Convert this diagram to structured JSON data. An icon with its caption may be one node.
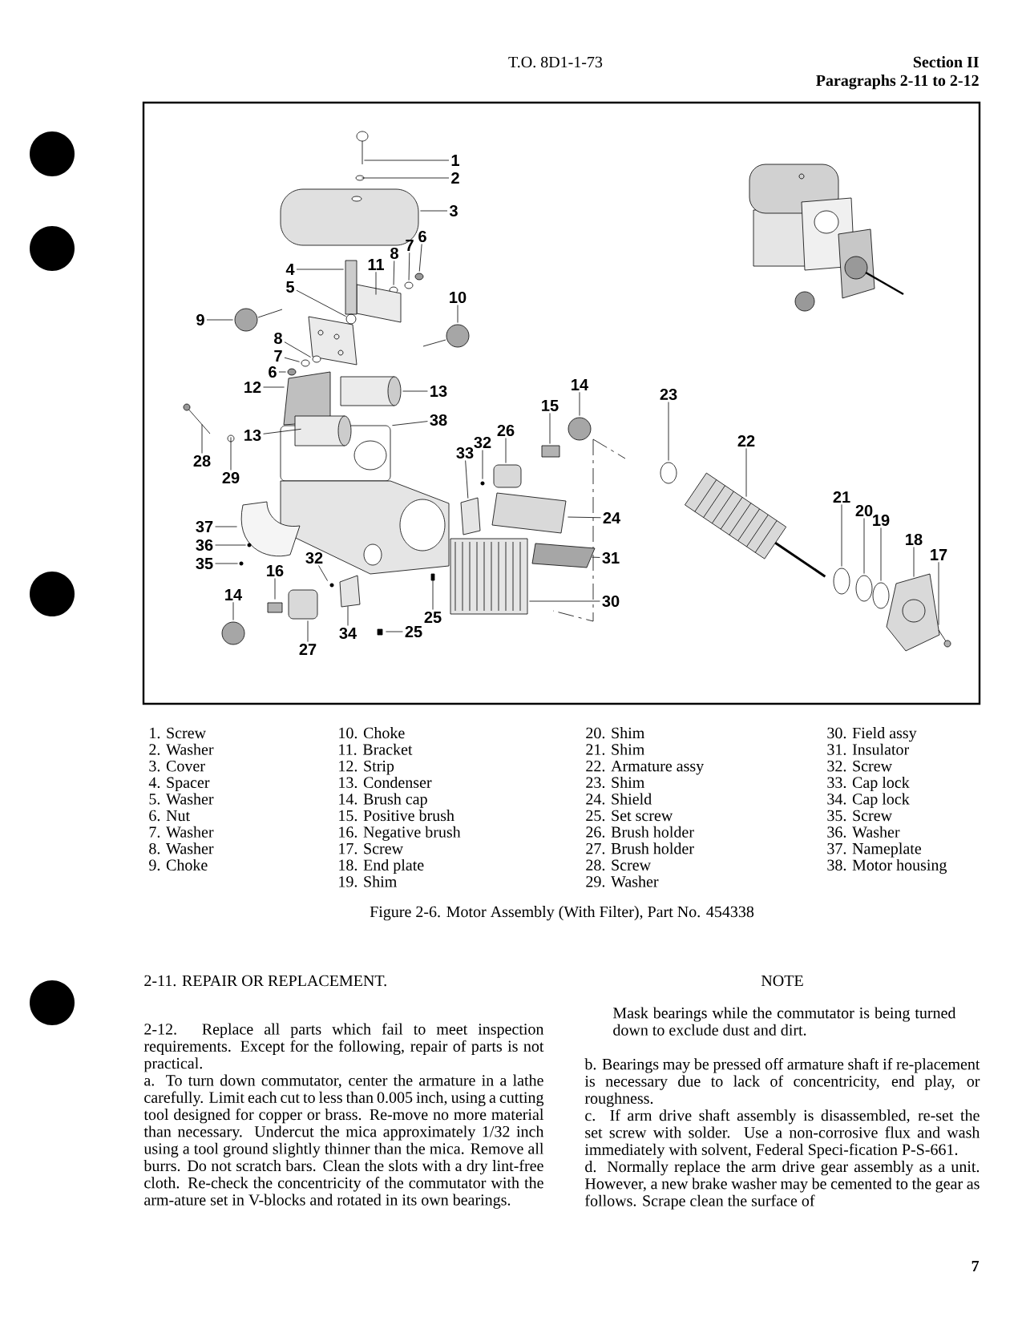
{
  "diagram": {
    "caption": "Figure 2-6. Motor Assembly (With Filter), Part No. 454338",
    "nodes": [
      {
        "text": [
          "1"
        ]
      },
      {
        "text": [
          "2"
        ]
      },
      {
        "text": [
          "3"
        ]
      },
      {
        "text": [
          "6"
        ]
      },
      {
        "text": [
          "7"
        ]
      },
      {
        "text": [
          "8"
        ]
      },
      {
        "text": [
          "11"
        ]
      },
      {
        "text": [
          "4"
        ]
      },
      {
        "text": [
          "5"
        ]
      },
      {
        "text": [
          "10"
        ]
      },
      {
        "text": [
          "9"
        ]
      },
      {
        "text": [
          "8"
        ]
      },
      {
        "text": [
          "7"
        ]
      },
      {
        "text": [
          "6"
        ]
      },
      {
        "text": [
          "14"
        ]
      },
      {
        "text": [
          "12"
        ]
      },
      {
        "text": [
          "13"
        ]
      },
      {
        "text": [
          "23"
        ]
      },
      {
        "text": [
          "15"
        ]
      },
      {
        "text": [
          "38"
        ]
      },
      {
        "text": [
          "26"
        ]
      },
      {
        "text": [
          "13"
        ]
      },
      {
        "text": [
          "22"
        ]
      },
      {
        "text": [
          "32"
        ]
      },
      {
        "text": [
          "33"
        ]
      },
      {
        "text": [
          "28"
        ]
      },
      {
        "text": [
          "29"
        ]
      },
      {
        "text": [
          "21"
        ]
      },
      {
        "text": [
          "20"
        ]
      },
      {
        "text": [
          "19"
        ]
      },
      {
        "text": [
          "24"
        ]
      },
      {
        "text": [
          "37"
        ]
      },
      {
        "text": [
          "18"
        ]
      },
      {
        "text": [
          "36"
        ]
      },
      {
        "text": [
          "17"
        ]
      },
      {
        "text": [
          "31"
        ]
      },
      {
        "text": [
          "35"
        ]
      },
      {
        "text": [
          "32"
        ]
      },
      {
        "text": [
          "16"
        ]
      },
      {
        "text": [
          "14"
        ]
      },
      {
        "text": [
          "30"
        ]
      },
      {
        "text": [
          "25"
        ]
      },
      {
        "text": [
          "34"
        ]
      },
      {
        "text": [
          "25"
        ]
      },
      {
        "text": [
          "27"
        ]
      },
      {
        "text": [],
        "shape": "picture"
      },
      {
        "text": [],
        "shape": "circle"
      },
      {
        "text": [],
        "shape": "picture"
      },
      {
        "text": [],
        "shape": "circle"
      },
      {
        "text": [],
        "shape": "circle"
      },
      {
        "text": [],
        "shape": "circle"
      },
      {
        "text": [],
        "shape": "box"
      },
      {
        "text": [],
        "shape": "box"
      },
      {
        "text": [],
        "shape": "circle"
      },
      {
        "text": [],
        "shape": "picture"
      },
      {
        "text": [],
        "shape": "picture"
      },
      {
        "text": [],
        "shape": "circle"
      },
      {
        "text": [],
        "shape": "circle"
      },
      {
        "text": [],
        "shape": "circle"
      },
      {
        "text": [],
        "shape": "circle"
      },
      {
        "text": [],
        "shape": "box"
      },
      {
        "text": [],
        "shape": "cylinder"
      },
      {
        "text": [],
        "shape": "circle"
      },
      {
        "text": [],
        "shape": "box"
      },
      {
        "text": [],
        "shape": "picture"
      },
      {
        "text": [],
        "shape": "box"
      },
      {
        "text": [],
        "shape": "cylinder"
      },
      {
        "text": [],
        "shape": "picture"
      },
      {
        "text": [],
        "shape": "circle"
      },
      {
        "text": [],
        "shape": "box"
      },
      {
        "text": [],
        "shape": "picture"
      },
      {
        "text": [],
        "shape": "circle"
      },
      {
        "text": [],
        "shape": "circle"
      },
      {
        "text": [],
        "shape": "circle"
      },
      {
        "text": [],
        "shape": "circle"
      },
      {
        "text": [],
        "shape": "box"
      },
      {
        "text": [],
        "shape": "picture"
      },
      {
        "text": [],
        "shape": "picture"
      },
      {
        "text": [],
        "shape": "circle"
      },
      {
        "text": [],
        "shape": "picture"
      },
      {
        "text": [],
        "shape": "box"
      },
      {
        "text": [],
        "shape": "circle"
      },
      {
        "text": [],
        "shape": "circle"
      },
      {
        "text": [],
        "shape": "box"
      },
      {
        "text": [],
        "shape": "circle"
      },
      {
        "text": [],
        "shape": "picture"
      },
      {
        "text": [],
        "shape": "box"
      },
      {
        "text": [],
        "shape": "box"
      },
      {
        "text": [],
        "shape": "box"
      },
      {
        "text": [],
        "shape": "box"
      }
    ],
    "edges": [
      {
        "from": 0,
        "to": 45,
        "arrow": "none"
      },
      {
        "from": 1,
        "to": 46,
        "arrow": "none"
      },
      {
        "from": 2,
        "to": 47,
        "arrow": "none"
      },
      {
        "from": 3,
        "to": 48,
        "arrow": "none"
      },
      {
        "from": 4,
        "to": 49,
        "arrow": "none"
      },
      {
        "from": 5,
        "to": 50,
        "arrow": "none"
      },
      {
        "from": 6,
        "to": 51,
        "arrow": "none"
      },
      {
        "from": 7,
        "to": 52,
        "arrow": "none"
      },
      {
        "from": 8,
        "to": 53,
        "arrow": "none"
      },
      {
        "from": 9,
        "to": 54,
        "arrow": "none"
      },
      {
        "from": 10,
        "to": 55,
        "arrow": "none"
      },
      {
        "from": 11,
        "to": 56,
        "arrow": "none"
      },
      {
        "from": 12,
        "to": 57,
        "arrow": "none"
      },
      {
        "from": 13,
        "to": 58,
        "arrow": "none"
      },
      {
        "from": 14,
        "to": 59,
        "arrow": "none"
      },
      {
        "from": 15,
        "to": 60,
        "arrow": "none"
      },
      {
        "from": 16,
        "to": 61,
        "arrow": "none"
      },
      {
        "from": 17,
        "to": 62,
        "arrow": "none"
      },
      {
        "from": 18,
        "to": 63,
        "arrow": "none"
      },
      {
        "from": 19,
        "to": 64,
        "arrow": "none"
      },
      {
        "from": 20,
        "to": 65,
        "arrow": "none"
      },
      {
        "from": 21,
        "to": 66,
        "arrow": "none"
      },
      {
        "from": 22,
        "to": 67,
        "arrow": "none"
      },
      {
        "from": 23,
        "to": 68,
        "arrow": "none"
      },
      {
        "from": 24,
        "to": 69,
        "arrow": "none"
      },
      {
        "from": 25,
        "to": 70,
        "arrow": "none"
      },
      {
        "from": 26,
        "to": 71,
        "arrow": "none"
      },
      {
        "from": 27,
        "to": 72,
        "arrow": "none"
      },
      {
        "from": 28,
        "to": 73,
        "arrow": "none"
      },
      {
        "from": 29,
        "to": 74,
        "arrow": "none"
      },
      {
        "from": 30,
        "to": 75,
        "arrow": "none"
      },
      {
        "from": 31,
        "to": 76,
        "arrow": "none"
      },
      {
        "from": 32,
        "to": 77,
        "arrow": "none"
      },
      {
        "from": 33,
        "to": 78,
        "arrow": "none"
      },
      {
        "from": 34,
        "to": 79,
        "arrow": "none"
      },
      {
        "from": 35,
        "to": 80,
        "arrow": "none"
      },
      {
        "from": 36,
        "to": 81,
        "arrow": "none"
      },
      {
        "from": 37,
        "to": 82,
        "arrow": "none"
      },
      {
        "from": 38,
        "to": 83,
        "arrow": "none"
      },
      {
        "from": 39,
        "to": 84,
        "arrow": "none"
      },
      {
        "from": 40,
        "to": 85,
        "arrow": "none"
      },
      {
        "from": 41,
        "to": 86,
        "arrow": "none"
      },
      {
        "from": 42,
        "to": 87,
        "arrow": "none"
      },
      {
        "from": 43,
        "to": 88,
        "arrow": "none"
      },
      {
        "from": 44,
        "to": 89,
        "arrow": "none"
      }
    ],
    "labels": [
      "T.O. 8D1-1-73",
      "Section II",
      "Paragraphs 2-11 to 2-12",
      "1. Screw",
      "2. Washer",
      "3. Cover",
      "4. Spacer",
      "5. Washer",
      "6. Nut",
      "7. Washer",
      "8. Washer",
      "9. Choke",
      "10. Choke",
      "11. Bracket",
      "12. Strip",
      "13. Condenser",
      "14. Brush cap",
      "15. Positive brush",
      "16. Negative brush",
      "17. Screw",
      "18. End plate",
      "19. Shim",
      "20. Shim",
      "21. Shim",
      "22. Armature assy",
      "23. Shim",
      "24. Shield",
      "25. Set screw",
      "26. Brush holder",
      "27. Brush holder",
      "28. Screw",
      "29. Washer",
      "30. Field assy",
      "31. Insulator",
      "32. Screw",
      "33. Cap lock",
      "34. Cap lock",
      "35. Screw",
      "36. Washer",
      "37. Nameplate",
      "38. Motor housing",
      "2-11. REPAIR OR REPLACEMENT.",
      "2-12. Replace all parts which fail to meet inspection requirements. Except for the following, repair of parts is not practical.",
      "a. To turn down commutator, center the armature in a lathe carefully. Limit each cut to less than 0.005 inch, using a cutting tool designed for copper or brass. Re-move no more material than necessary. Undercut the mica approximately 1/32 inch using a tool ground slightly thinner than the mica. Remove all burrs. Do not scratch bars. Clean the slots with a dry lint-free cloth. Re-check the concentricity of the commutator with the arm-ature set in V-blocks and rotated in its own bearings.",
      "NOTE",
      "Mask bearings while the commutator is being turned down to exclude dust and dirt.",
      "b. Bearings may be pressed off armature shaft if re-placement is necessary due to lack of concentricity, end play, or roughness.",
      "c. If arm drive shaft assembly is disassembled, re-set the set screw with solder. Use a non-corrosive flux and wash immediately with solvent, Federal Speci-fication P-S-661.",
      "d. Normally replace the arm drive gear assembly as a unit. However, a new brake washer may be cemented to the gear as follows. Scrape clean the surface of",
      "7"
    ]
  }
}
